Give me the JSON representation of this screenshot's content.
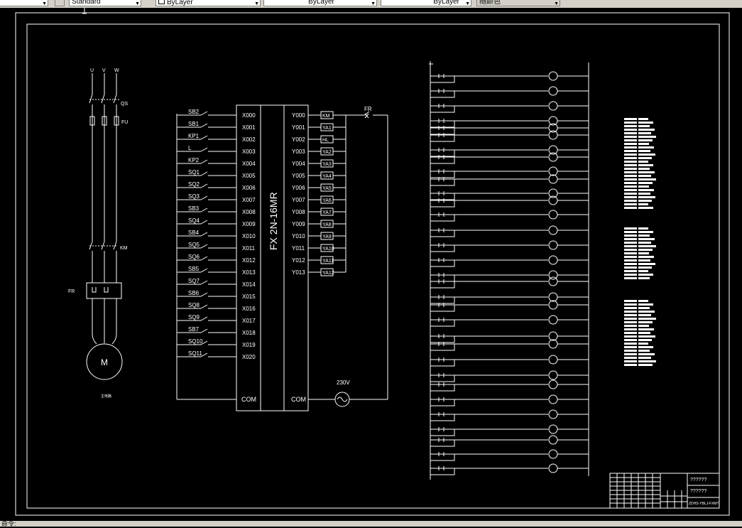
{
  "toolbar": {
    "text_style_value": "Standard",
    "layer_value": "ByLayer",
    "linetype_value": "ByLayer",
    "lineweight_value": "ByLayer",
    "plotstyle_value": "随颜色"
  },
  "motor_circuit": {
    "phase_labels": [
      "U",
      "V",
      "W"
    ],
    "qs_label": "QS",
    "fu_label": "FU",
    "km_label": "KM",
    "fr_label": "FR",
    "motor_label": "M",
    "caption": "主电路"
  },
  "plc": {
    "model_label": "FX 2N-16MR",
    "input_devices": [
      "SB2",
      "SB1",
      "KP1",
      "L",
      "KP2",
      "SQ1",
      "SQ2",
      "SQ3",
      "SB3",
      "SQ4",
      "SB4",
      "SQ5",
      "SQ6",
      "SB5",
      "SQ7",
      "SB6",
      "SQ8",
      "SQ9",
      "SB7",
      "SQ10",
      "SQ11"
    ],
    "inputs": [
      "X000",
      "X001",
      "X002",
      "X003",
      "X004",
      "X005",
      "X006",
      "X007",
      "X008",
      "X009",
      "X010",
      "X011",
      "X012",
      "X013",
      "X014",
      "X015",
      "X016",
      "X017",
      "X018",
      "X019",
      "X020"
    ],
    "outputs": [
      "Y000",
      "Y001",
      "Y002",
      "Y003",
      "Y004",
      "Y005",
      "Y006",
      "Y007",
      "Y008",
      "Y009",
      "Y010",
      "Y011",
      "Y012",
      "Y013"
    ],
    "output_devices": [
      "KM",
      "YA1",
      "HL",
      "YA2",
      "YA3",
      "YA4",
      "YA5",
      "YA6",
      "YA7",
      "YA8",
      "YA9",
      "YA10",
      "YA11",
      "YA12"
    ],
    "com_in": "COM",
    "com_out": "COM",
    "fr_label": "FR",
    "supply_label": "230V"
  },
  "title_block": {
    "title_top": "??????",
    "title_mid": "??????",
    "drawing_number": "ZDHS-YBLJ-FXMT"
  },
  "statusbar": {
    "text": "命令:"
  }
}
